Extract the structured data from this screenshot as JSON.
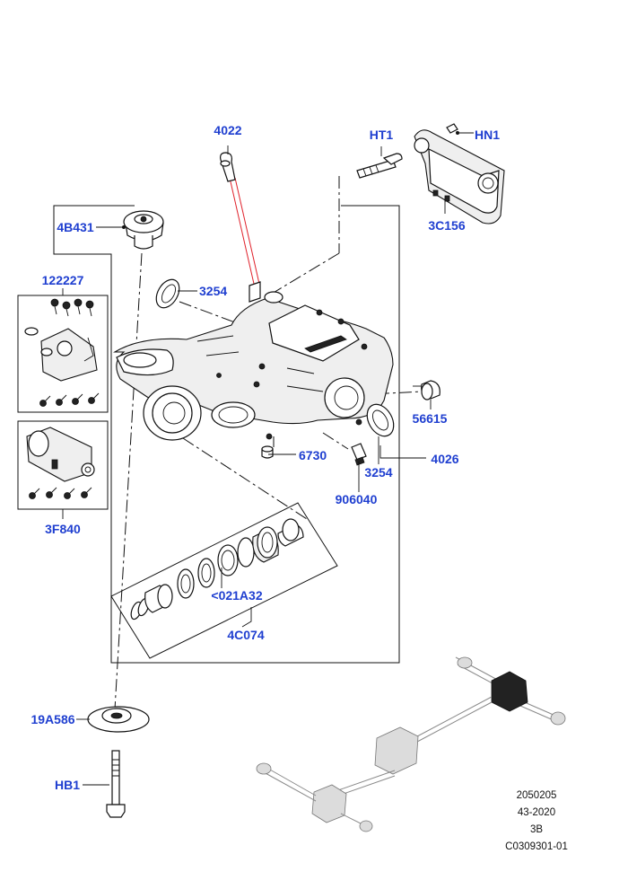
{
  "callouts": {
    "c4022": "4022",
    "cHT1": "HT1",
    "cHN1": "HN1",
    "c3C156": "3C156",
    "c4B431": "4B431",
    "c3254a": "3254",
    "c122227": "122227",
    "c56615": "56615",
    "c6730": "6730",
    "c3254b": "3254",
    "c4026": "4026",
    "c906040": "906040",
    "c3F840": "3F840",
    "c021A32": "<021A32",
    "c4C074": "4C074",
    "c19A586": "19A586",
    "cHB1": "HB1"
  },
  "reference": {
    "line1": "2050205",
    "line2": "43-2020",
    "line3": "3B",
    "line4": "C0309301-01"
  },
  "colors": {
    "callout_text": "#1f3fd0",
    "highlight_line": "#e0202a",
    "line_art": "#111111"
  }
}
